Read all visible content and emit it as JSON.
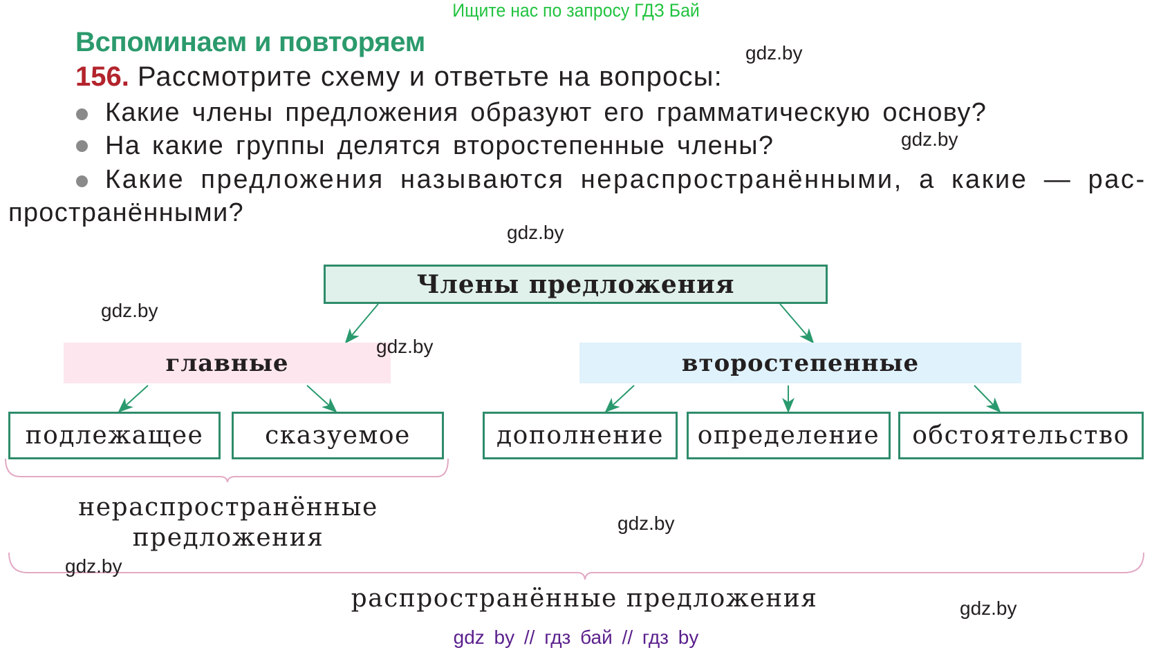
{
  "header": {
    "promo": "Ищите нас по запросу ГДЗ Бай",
    "section_title": "Вспоминаем и повторяем"
  },
  "task": {
    "number": "156.",
    "instruction": "Рассмотрите схему и ответьте на вопросы:",
    "questions": [
      "Какие члены предложения образуют его грамматическую основу?",
      "На какие группы делятся второстепенные члены?",
      "Какие предложения называются нераспространёнными, а какие — рас-"
    ],
    "question3_continuation": "пространёнными?"
  },
  "diagram": {
    "root": "Члены предложения",
    "groups": [
      {
        "label": "главные",
        "color": "#fde6ee",
        "children": [
          "подлежащее",
          "сказуемое"
        ]
      },
      {
        "label": "второстепенные",
        "color": "#e0f2fb",
        "children": [
          "дополнение",
          "определение",
          "обстоятельство"
        ]
      }
    ],
    "brace_small_label_line1": "нераспространённые",
    "brace_small_label_line2": "предложения",
    "brace_large_label": "распространённые предложения",
    "colors": {
      "border_green": "#2e8c6a",
      "root_fill": "#dff1ea",
      "arrow_green": "#2a9a6e",
      "brace_pink": "#e2a9c4"
    }
  },
  "watermarks": [
    "gdz.by",
    "gdz.by",
    "gdz.by",
    "gdz.by",
    "gdz.by",
    "gdz.by",
    "gdz.by",
    "gdz.by"
  ],
  "footer": {
    "links": "gdz by  //  гдз бай  //  гдз by"
  }
}
